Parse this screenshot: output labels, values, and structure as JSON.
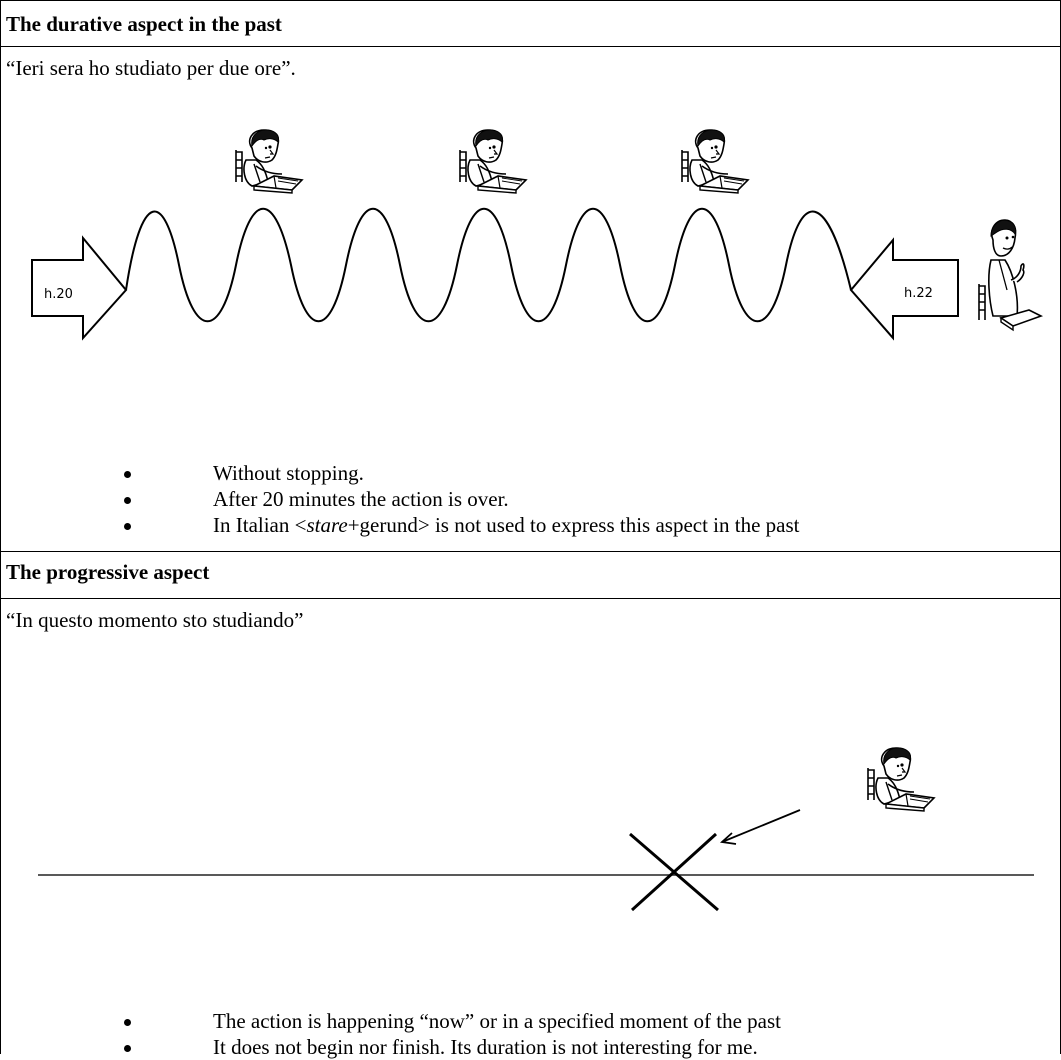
{
  "section1": {
    "heading": "The durative aspect in the past",
    "example": "“Ieri sera ho studiato per due ore”.",
    "diagram": {
      "start_label": "h.20",
      "end_label": "h.22"
    },
    "bullets": [
      "Without stopping.",
      "After 20 minutes the action is over."
    ],
    "bullet3": {
      "pre": "In Italian <",
      "italic": "stare",
      "post": "+gerund> is not used to express this aspect in the past"
    }
  },
  "section2": {
    "heading": "The progressive aspect",
    "example": "“In questo momento sto studiando”",
    "bullets": [
      "The action is happening “now” or in a specified moment of the past",
      "It does not begin nor finish. Its duration is not interesting for me."
    ]
  }
}
